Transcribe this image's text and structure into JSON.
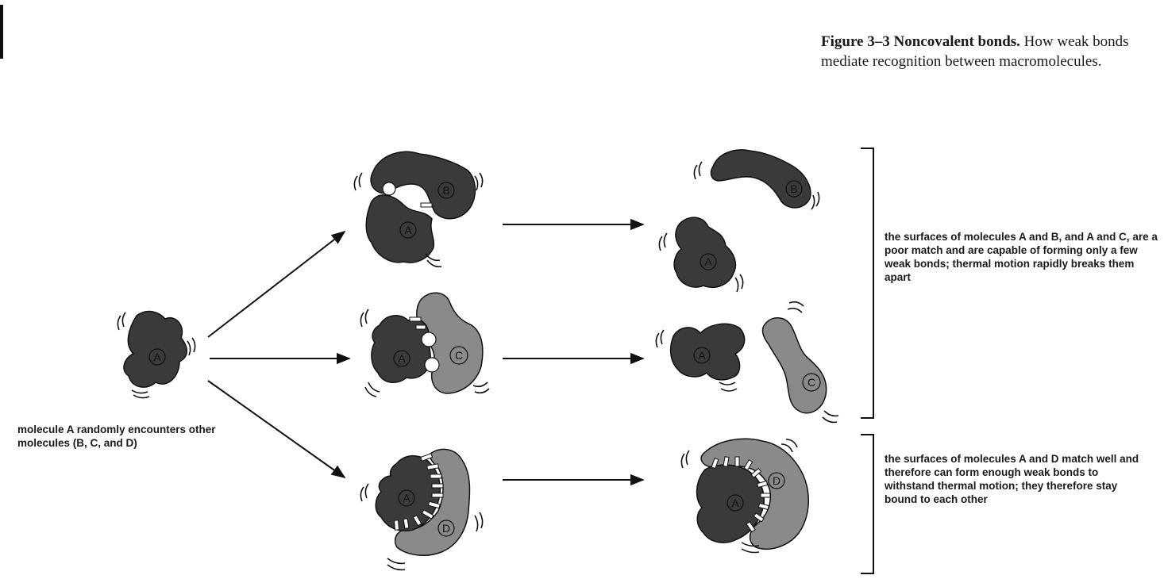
{
  "caption": {
    "figure_number": "Figure 3–3",
    "title": "Noncovalent bonds.",
    "text": "How weak bonds mediate recognition between macromolecules."
  },
  "labels": {
    "encounter": "molecule A randomly encounters other molecules (B, C, and D)",
    "poor_match": "the surfaces of molecules A and B, and A and C, are a poor match and are capable of forming only a few weak bonds; thermal motion rapidly breaks them apart",
    "good_match": "the surfaces of molecules A and D match well and therefore can form enough weak bonds to withstand thermal motion; they therefore stay bound to each other"
  },
  "molecules": {
    "a": "A",
    "b": "B",
    "c": "C",
    "d": "D"
  },
  "colors": {
    "molecule_dark": "#3a3a3a",
    "molecule_light": "#8a8a8a",
    "outline": "#111111",
    "background": "#ffffff"
  }
}
